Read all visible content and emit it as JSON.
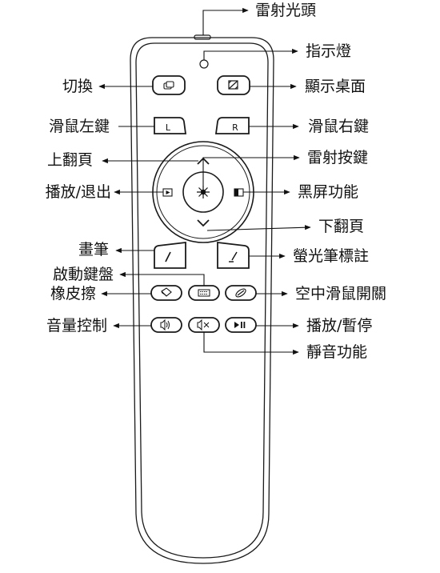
{
  "labels": {
    "laser_head": "雷射光頭",
    "indicator": "指示燈",
    "switch": "切換",
    "show_desktop": "顯示桌面",
    "mouse_left": "滑鼠左鍵",
    "mouse_right": "滑鼠右鍵",
    "page_up": "上翻頁",
    "laser_button": "雷射按鍵",
    "play_exit": "播放/退出",
    "black_screen": "黑屏功能",
    "page_down": "下翻頁",
    "draw": "畫筆",
    "highlighter": "螢光筆標註",
    "keyboard": "啟動鍵盤",
    "air_mouse": "空中滑鼠開關",
    "eraser": "橡皮擦",
    "volume": "音量控制",
    "play_pause": "播放/暫停",
    "mute": "靜音功能"
  },
  "buttons": {
    "left_key": "L",
    "right_key": "R"
  },
  "icons": {
    "switch": "window-switch-icon",
    "show_desktop": "desktop-icon",
    "up": "chevron-up-icon",
    "down": "chevron-down-icon",
    "laser": "laser-burst-icon",
    "play_exit": "play-box-icon",
    "black_screen": "half-square-icon",
    "pen": "pen-icon",
    "highlighter": "highlighter-icon",
    "eraser": "eraser-icon",
    "keyboard": "keyboard-icon",
    "air_mouse": "mouse-icon",
    "volume": "volume-icon",
    "mute": "mute-icon",
    "play_pause": "play-pause-icon"
  },
  "colors": {
    "outline": "#1a1a1a",
    "background": "#ffffff"
  }
}
